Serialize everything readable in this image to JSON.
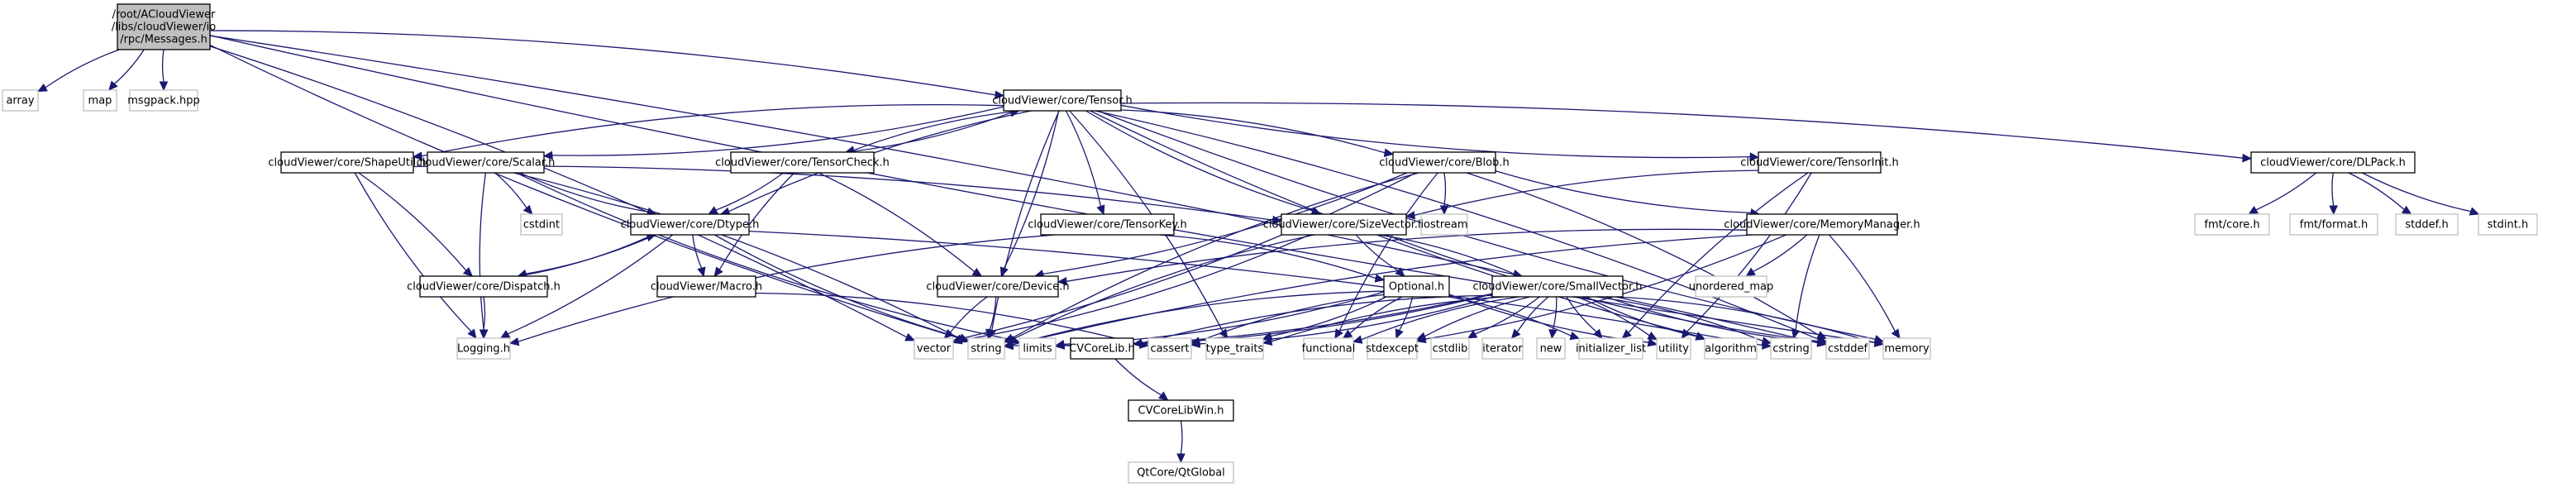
{
  "graph": {
    "type": "include-dependency-graph",
    "root": "root",
    "colors": {
      "edge": "#191970",
      "root_fill": "#bfbfbf",
      "internal_border": "#000000",
      "external_border": "#bfbfbf"
    },
    "nodes": [
      {
        "id": "root",
        "kind": "root",
        "lines": [
          "/root/ACloudViewer",
          "/libs/cloudViewer/io",
          "/rpc/Messages.h"
        ]
      },
      {
        "id": "array",
        "kind": "external",
        "lines": [
          "array"
        ]
      },
      {
        "id": "map",
        "kind": "external",
        "lines": [
          "map"
        ]
      },
      {
        "id": "msgpack",
        "kind": "external",
        "lines": [
          "msgpack.hpp"
        ]
      },
      {
        "id": "tensor",
        "kind": "internal",
        "lines": [
          "cloudViewer/core/Tensor.h"
        ]
      },
      {
        "id": "shapeutil",
        "kind": "internal",
        "lines": [
          "cloudViewer/core/ShapeUtil.h"
        ]
      },
      {
        "id": "scalar",
        "kind": "internal",
        "lines": [
          "cloudViewer/core/Scalar.h"
        ]
      },
      {
        "id": "tensorcheck",
        "kind": "internal",
        "lines": [
          "cloudViewer/core/TensorCheck.h"
        ]
      },
      {
        "id": "blob",
        "kind": "internal",
        "lines": [
          "cloudViewer/core/Blob.h"
        ]
      },
      {
        "id": "tensorinit",
        "kind": "internal",
        "lines": [
          "cloudViewer/core/TensorInit.h"
        ]
      },
      {
        "id": "dlpack",
        "kind": "internal",
        "lines": [
          "cloudViewer/core/DLPack.h"
        ]
      },
      {
        "id": "cstdint",
        "kind": "external",
        "lines": [
          "cstdint"
        ]
      },
      {
        "id": "dtype",
        "kind": "internal",
        "lines": [
          "cloudViewer/core/Dtype.h"
        ]
      },
      {
        "id": "tensorkey",
        "kind": "internal",
        "lines": [
          "cloudViewer/core/TensorKey.h"
        ]
      },
      {
        "id": "sizevector",
        "kind": "internal",
        "lines": [
          "cloudViewer/core/SizeVector.h"
        ]
      },
      {
        "id": "iostream",
        "kind": "external",
        "lines": [
          "iostream"
        ]
      },
      {
        "id": "memorymanager",
        "kind": "internal",
        "lines": [
          "cloudViewer/core/MemoryManager.h"
        ]
      },
      {
        "id": "fmtcore",
        "kind": "external",
        "lines": [
          "fmt/core.h"
        ]
      },
      {
        "id": "fmtformat",
        "kind": "external",
        "lines": [
          "fmt/format.h"
        ]
      },
      {
        "id": "stddefh",
        "kind": "external",
        "lines": [
          "stddef.h"
        ]
      },
      {
        "id": "stdinth",
        "kind": "external",
        "lines": [
          "stdint.h"
        ]
      },
      {
        "id": "dispatch",
        "kind": "internal",
        "lines": [
          "cloudViewer/core/Dispatch.h"
        ]
      },
      {
        "id": "macro",
        "kind": "internal",
        "lines": [
          "cloudViewer/Macro.h"
        ]
      },
      {
        "id": "device",
        "kind": "internal",
        "lines": [
          "cloudViewer/core/Device.h"
        ]
      },
      {
        "id": "optional",
        "kind": "internal",
        "lines": [
          "Optional.h"
        ]
      },
      {
        "id": "smallvector",
        "kind": "internal",
        "lines": [
          "cloudViewer/core/SmallVector.h"
        ]
      },
      {
        "id": "unordered_map",
        "kind": "external",
        "lines": [
          "unordered_map"
        ]
      },
      {
        "id": "logging",
        "kind": "external",
        "lines": [
          "Logging.h"
        ]
      },
      {
        "id": "vector",
        "kind": "external",
        "lines": [
          "vector"
        ]
      },
      {
        "id": "string",
        "kind": "external",
        "lines": [
          "string"
        ]
      },
      {
        "id": "limits",
        "kind": "external",
        "lines": [
          "limits"
        ]
      },
      {
        "id": "cvcorelib",
        "kind": "internal",
        "lines": [
          "CVCoreLib.h"
        ]
      },
      {
        "id": "cassert",
        "kind": "external",
        "lines": [
          "cassert"
        ]
      },
      {
        "id": "type_traits",
        "kind": "external",
        "lines": [
          "type_traits"
        ]
      },
      {
        "id": "functional",
        "kind": "external",
        "lines": [
          "functional"
        ]
      },
      {
        "id": "stdexcept",
        "kind": "external",
        "lines": [
          "stdexcept"
        ]
      },
      {
        "id": "cstdlib",
        "kind": "external",
        "lines": [
          "cstdlib"
        ]
      },
      {
        "id": "iterator",
        "kind": "external",
        "lines": [
          "iterator"
        ]
      },
      {
        "id": "new",
        "kind": "external",
        "lines": [
          "new"
        ]
      },
      {
        "id": "initializer_list",
        "kind": "external",
        "lines": [
          "initializer_list"
        ]
      },
      {
        "id": "utility",
        "kind": "external",
        "lines": [
          "utility"
        ]
      },
      {
        "id": "algorithm",
        "kind": "external",
        "lines": [
          "algorithm"
        ]
      },
      {
        "id": "cstring",
        "kind": "external",
        "lines": [
          "cstring"
        ]
      },
      {
        "id": "cstddef",
        "kind": "external",
        "lines": [
          "cstddef"
        ]
      },
      {
        "id": "memory",
        "kind": "external",
        "lines": [
          "memory"
        ]
      },
      {
        "id": "cvcorelibwin",
        "kind": "internal",
        "lines": [
          "CVCoreLibWin.h"
        ]
      },
      {
        "id": "qtglobal",
        "kind": "external",
        "lines": [
          "QtCore/QtGlobal"
        ]
      }
    ],
    "edges": [
      [
        "root",
        "array"
      ],
      [
        "root",
        "map"
      ],
      [
        "root",
        "msgpack"
      ],
      [
        "root",
        "tensor"
      ],
      [
        "root",
        "string"
      ],
      [
        "root",
        "vector"
      ],
      [
        "root",
        "memory"
      ],
      [
        "root",
        "cstddef"
      ],
      [
        "tensor",
        "shapeutil"
      ],
      [
        "tensor",
        "scalar"
      ],
      [
        "tensor",
        "tensorcheck"
      ],
      [
        "tensor",
        "blob"
      ],
      [
        "tensor",
        "tensorinit"
      ],
      [
        "tensor",
        "dlpack"
      ],
      [
        "tensor",
        "dtype"
      ],
      [
        "tensor",
        "tensorkey"
      ],
      [
        "tensor",
        "sizevector"
      ],
      [
        "tensor",
        "device"
      ],
      [
        "tensor",
        "string"
      ],
      [
        "tensor",
        "type_traits"
      ],
      [
        "tensor",
        "algorithm"
      ],
      [
        "tensor",
        "cstddef"
      ],
      [
        "tensor",
        "memory"
      ],
      [
        "shapeutil",
        "dispatch"
      ],
      [
        "shapeutil",
        "logging"
      ],
      [
        "shapeutil",
        "sizevector"
      ],
      [
        "scalar",
        "dtype"
      ],
      [
        "scalar",
        "cstdint"
      ],
      [
        "scalar",
        "logging"
      ],
      [
        "scalar",
        "string"
      ],
      [
        "scalar",
        "limits"
      ],
      [
        "tensorcheck",
        "dtype"
      ],
      [
        "tensorcheck",
        "macro"
      ],
      [
        "tensorcheck",
        "device"
      ],
      [
        "tensorcheck",
        "tensor"
      ],
      [
        "blob",
        "iostream"
      ],
      [
        "blob",
        "memorymanager"
      ],
      [
        "blob",
        "device"
      ],
      [
        "blob",
        "string"
      ],
      [
        "blob",
        "vector"
      ],
      [
        "blob",
        "functional"
      ],
      [
        "blob",
        "cstddef"
      ],
      [
        "tensorinit",
        "sizevector"
      ],
      [
        "tensorinit",
        "utility"
      ],
      [
        "tensorinit",
        "initializer_list"
      ],
      [
        "dlpack",
        "fmtcore"
      ],
      [
        "dlpack",
        "fmtformat"
      ],
      [
        "dlpack",
        "stddefh"
      ],
      [
        "dlpack",
        "stdinth"
      ],
      [
        "dtype",
        "dispatch"
      ],
      [
        "dtype",
        "macro"
      ],
      [
        "dtype",
        "logging"
      ],
      [
        "dtype",
        "string"
      ],
      [
        "dtype",
        "cstring"
      ],
      [
        "dispatch",
        "dtype"
      ],
      [
        "dispatch",
        "logging"
      ],
      [
        "tensorkey",
        "logging"
      ],
      [
        "tensorkey",
        "optional"
      ],
      [
        "sizevector",
        "optional"
      ],
      [
        "sizevector",
        "smallvector"
      ],
      [
        "sizevector",
        "string"
      ],
      [
        "sizevector",
        "vector"
      ],
      [
        "sizevector",
        "cstddef"
      ],
      [
        "memorymanager",
        "unordered_map"
      ],
      [
        "memorymanager",
        "device"
      ],
      [
        "memorymanager",
        "memory"
      ],
      [
        "memorymanager",
        "cstring"
      ],
      [
        "memorymanager",
        "stdexcept"
      ],
      [
        "memorymanager",
        "string"
      ],
      [
        "macro",
        "cassert"
      ],
      [
        "device",
        "vector"
      ],
      [
        "device",
        "string"
      ],
      [
        "optional",
        "cassert"
      ],
      [
        "optional",
        "type_traits"
      ],
      [
        "optional",
        "functional"
      ],
      [
        "optional",
        "stdexcept"
      ],
      [
        "optional",
        "string"
      ],
      [
        "optional",
        "initializer_list"
      ],
      [
        "optional",
        "utility"
      ],
      [
        "optional",
        "limits"
      ],
      [
        "smallvector",
        "functional"
      ],
      [
        "smallvector",
        "cstdlib"
      ],
      [
        "smallvector",
        "iterator"
      ],
      [
        "smallvector",
        "new"
      ],
      [
        "smallvector",
        "initializer_list"
      ],
      [
        "smallvector",
        "utility"
      ],
      [
        "smallvector",
        "algorithm"
      ],
      [
        "smallvector",
        "cstring"
      ],
      [
        "smallvector",
        "cstddef"
      ],
      [
        "smallvector",
        "memory"
      ],
      [
        "smallvector",
        "cvcorelib"
      ],
      [
        "smallvector",
        "cassert"
      ],
      [
        "smallvector",
        "type_traits"
      ],
      [
        "smallvector",
        "string"
      ],
      [
        "smallvector",
        "stdexcept"
      ],
      [
        "smallvector",
        "limits"
      ],
      [
        "cvcorelib",
        "cvcorelibwin"
      ],
      [
        "cvcorelibwin",
        "qtglobal"
      ]
    ]
  }
}
